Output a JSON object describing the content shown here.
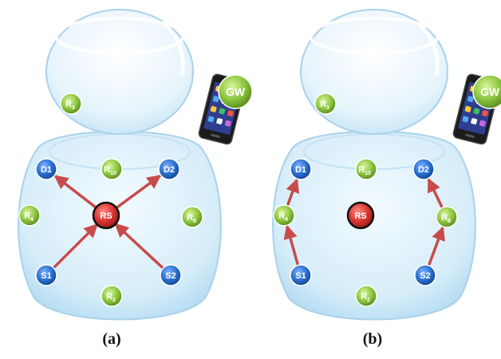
{
  "panels": [
    {
      "caption": "(a)",
      "nodes": {
        "gw": {
          "label": "GW"
        },
        "r3": {
          "label": "R",
          "sub": "3"
        },
        "d1": {
          "label": "D1"
        },
        "r10": {
          "label": "R",
          "sub": "10"
        },
        "d2": {
          "label": "D2"
        },
        "r4": {
          "label": "R",
          "sub": "4"
        },
        "rs": {
          "label": "RS"
        },
        "r8": {
          "label": "R",
          "sub": "8"
        },
        "s1": {
          "label": "S1"
        },
        "s2": {
          "label": "S2"
        },
        "r2": {
          "label": "R",
          "sub": "2"
        }
      },
      "edges": [
        [
          "s1",
          "rs"
        ],
        [
          "s2",
          "rs"
        ],
        [
          "rs",
          "d1"
        ],
        [
          "rs",
          "d2"
        ]
      ]
    },
    {
      "caption": "(b)",
      "nodes": {
        "gw": {
          "label": "GW"
        },
        "r3": {
          "label": "R",
          "sub": "3"
        },
        "d1": {
          "label": "D1"
        },
        "r10": {
          "label": "R",
          "sub": "10"
        },
        "d2": {
          "label": "D2"
        },
        "r4": {
          "label": "R",
          "sub": "4"
        },
        "rs": {
          "label": "RS"
        },
        "r8": {
          "label": "R",
          "sub": "8"
        },
        "s1": {
          "label": "S1"
        },
        "s2": {
          "label": "S2"
        },
        "r2": {
          "label": "R",
          "sub": "2"
        }
      },
      "edges": [
        [
          "s1",
          "r4"
        ],
        [
          "r4",
          "d1"
        ],
        [
          "s2",
          "r8"
        ],
        [
          "r8",
          "d2"
        ]
      ]
    }
  ],
  "colors": {
    "blue": "#2a6fd1",
    "green": "#8cc63f",
    "red": "#d8352f",
    "arrow": "#c84b4b",
    "body": "#d9eef9"
  }
}
